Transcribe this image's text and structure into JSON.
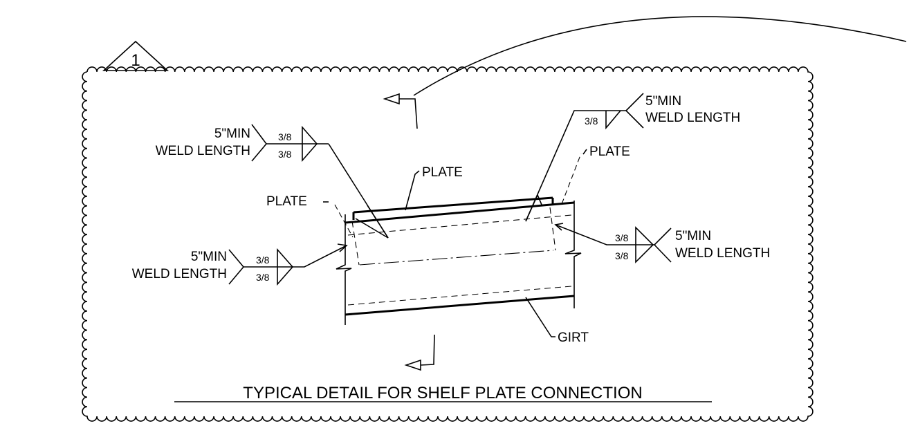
{
  "revision_tag": "1",
  "title": "TYPICAL DETAIL FOR SHELF PLATE CONNECTION",
  "labels": {
    "plate_top": "PLATE",
    "plate_left": "PLATE",
    "plate_right": "PLATE",
    "girt": "GIRT"
  },
  "welds": {
    "top_left": {
      "length_line1": "5\"MIN",
      "length_line2": "WELD LENGTH",
      "size_top": "3/8",
      "size_bottom": "3/8"
    },
    "top_right": {
      "length_line1": "5\"MIN",
      "length_line2": "WELD LENGTH",
      "size": "3/8"
    },
    "bottom_left": {
      "length_line1": "5\"MIN",
      "length_line2": "WELD LENGTH",
      "size_top": "3/8",
      "size_bottom": "3/8"
    },
    "right": {
      "length_line1": "5\"MIN",
      "length_line2": "WELD LENGTH",
      "size_top": "3/8",
      "size_bottom": "3/8"
    }
  },
  "colors": {
    "ink": "#000000",
    "background": "#ffffff"
  }
}
